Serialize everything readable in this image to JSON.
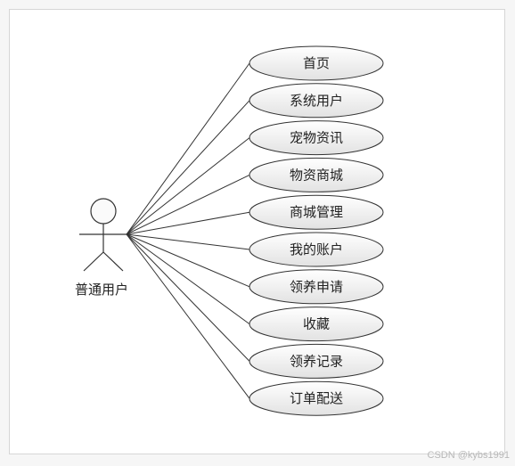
{
  "actor": {
    "label": "普通用户"
  },
  "use_cases": [
    {
      "label": "首页"
    },
    {
      "label": "系统用户"
    },
    {
      "label": "宠物资讯"
    },
    {
      "label": "物资商城"
    },
    {
      "label": "商城管理"
    },
    {
      "label": "我的账户"
    },
    {
      "label": "领养申请"
    },
    {
      "label": "收藏"
    },
    {
      "label": "领养记录"
    },
    {
      "label": "订单配送"
    }
  ],
  "watermark": "CSDN @kybs1991",
  "colors": {
    "ellipse_fill_top": "#ffffff",
    "ellipse_fill_bottom": "#e4e4e4",
    "stroke": "#333333"
  }
}
